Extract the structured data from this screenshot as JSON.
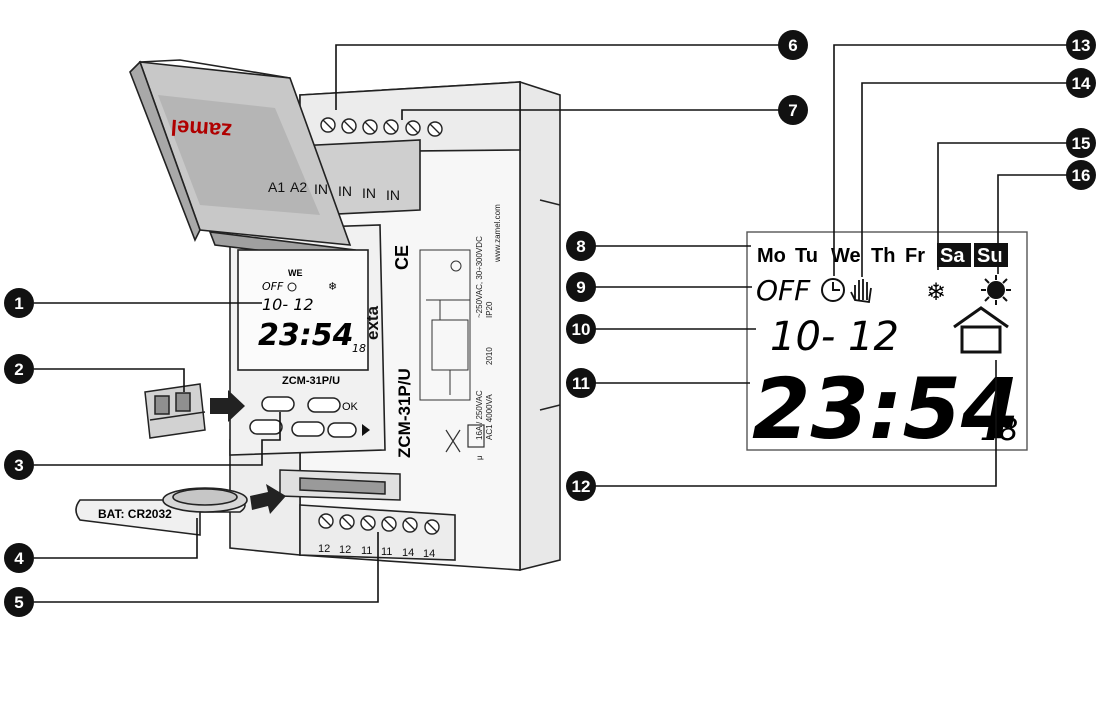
{
  "device": {
    "brand_logo": "zamel",
    "model": "ZCM-31P/U",
    "model_side": "ZCM-31P/U",
    "exta": "exta",
    "ce": "CE",
    "specs": [
      "μ",
      "16A / 250VAC",
      "AC1 4000VA",
      "~250VAC, 30÷300VDC",
      "IP20",
      "2010",
      "www.zamel.com"
    ],
    "top_terminal_labels": [
      "A1",
      "A2",
      "IN",
      "IN",
      "IN",
      "IN"
    ],
    "bottom_terminal_labels": [
      "12",
      "12",
      "11",
      "11",
      "14",
      "14"
    ],
    "ok_label": "OK",
    "battery_label": "BAT: CR2032"
  },
  "small_lcd": {
    "day": "WE",
    "off": "OFF",
    "date": "10- 12",
    "time": "23:54",
    "seconds": "18"
  },
  "big_lcd": {
    "days": [
      {
        "label": "Mo",
        "inverted": false
      },
      {
        "label": "Tu",
        "inverted": false
      },
      {
        "label": "We",
        "inverted": false
      },
      {
        "label": "Th",
        "inverted": false
      },
      {
        "label": "Fr",
        "inverted": false
      },
      {
        "label": "Sa",
        "inverted": true
      },
      {
        "label": "Su",
        "inverted": true
      }
    ],
    "off": "OFF",
    "date": "10- 12",
    "time": "23:54",
    "seconds": "18",
    "icons": [
      "clock-icon",
      "hand-icon",
      "snowflake-icon",
      "sun-icon",
      "house-icon"
    ]
  },
  "callouts": [
    "1",
    "2",
    "3",
    "4",
    "5",
    "6",
    "7",
    "8",
    "9",
    "10",
    "11",
    "12",
    "13",
    "14",
    "15",
    "16"
  ],
  "colors": {
    "ink": "#111111",
    "body": "#f4f4f4",
    "shade": "#d6d6d6",
    "dark": "#8a8a8a"
  }
}
